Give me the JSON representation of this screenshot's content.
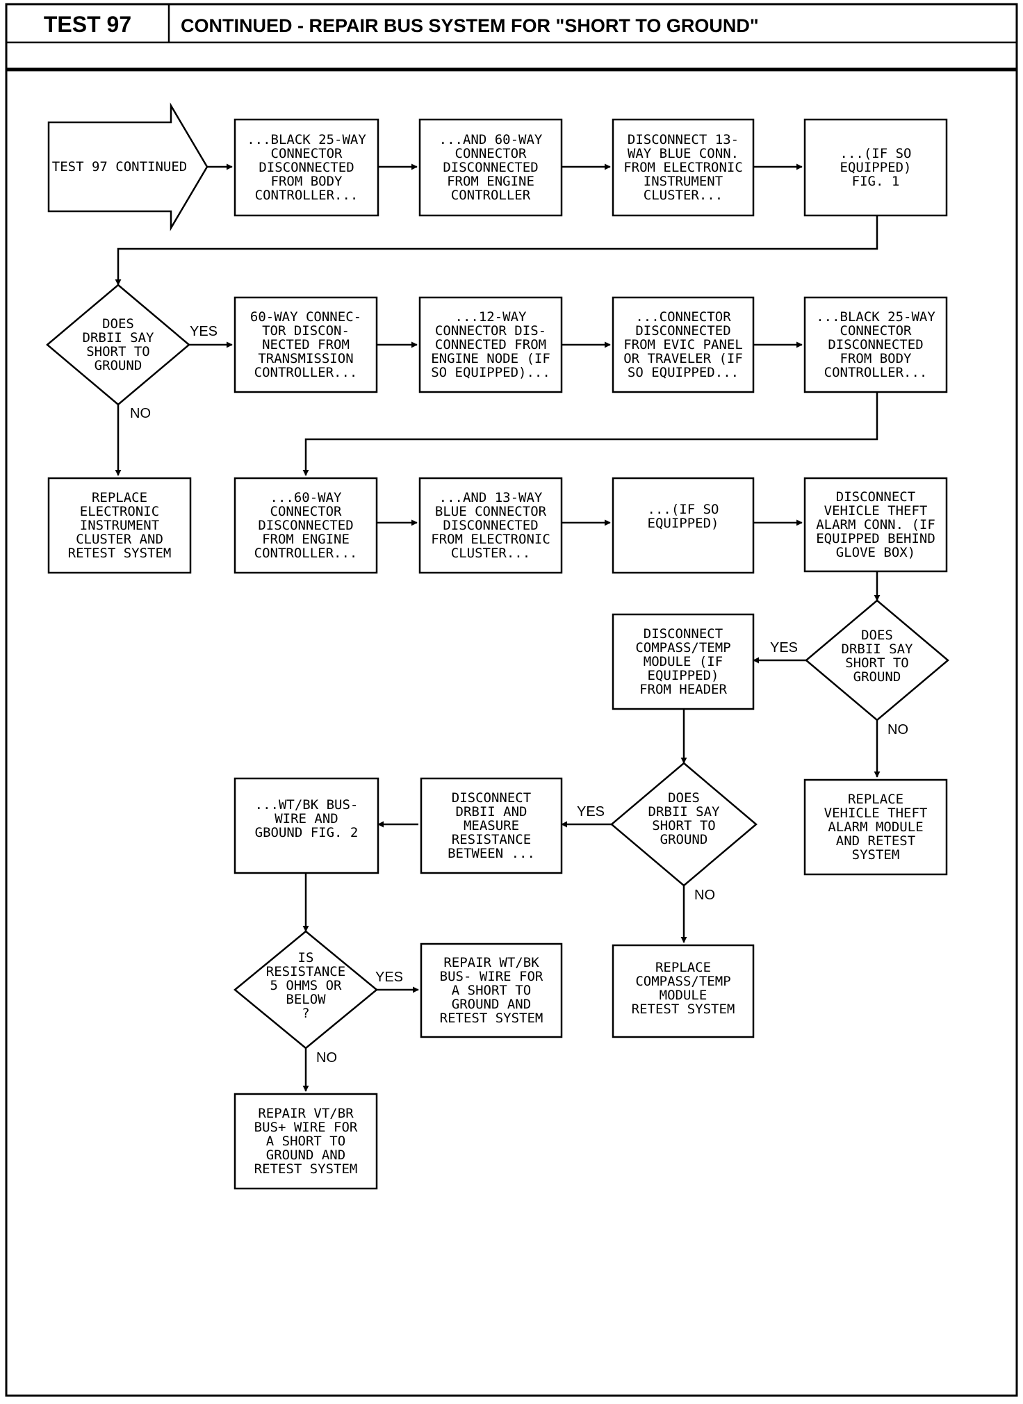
{
  "header": {
    "test_number": "TEST 97",
    "title": "CONTINUED - REPAIR BUS SYSTEM FOR \"SHORT TO GROUND\""
  },
  "nodes": [
    {
      "id": "start",
      "lines": [
        "TEST 97 CONTINUED"
      ]
    },
    {
      "id": "b1",
      "lines": [
        "...BLACK 25-WAY",
        "CONNECTOR",
        "DISCONNECTED",
        "FROM BODY",
        "CONTROLLER..."
      ]
    },
    {
      "id": "b2",
      "lines": [
        "...AND 60-WAY",
        "CONNECTOR",
        "DISCONNECTED",
        "FROM ENGINE",
        "CONTROLLER"
      ]
    },
    {
      "id": "b3",
      "lines": [
        "DISCONNECT 13-",
        "WAY BLUE CONN.",
        "FROM ELECTRONIC",
        "INSTRUMENT",
        "CLUSTER..."
      ]
    },
    {
      "id": "b4",
      "lines": [
        "...(IF SO",
        "EQUIPPED)",
        "FIG. 1"
      ]
    },
    {
      "id": "d1",
      "lines": [
        "DOES",
        "DRBII SAY",
        "SHORT TO",
        "GROUND"
      ]
    },
    {
      "id": "b5",
      "lines": [
        "60-WAY CONNEC-",
        "TOR DISCON-",
        "NECTED FROM",
        "TRANSMISSION",
        "CONTROLLER..."
      ]
    },
    {
      "id": "b6",
      "lines": [
        "...12-WAY",
        "CONNECTOR DIS-",
        "CONNECTED FROM",
        "ENGINE NODE (IF",
        "SO EQUIPPED)..."
      ]
    },
    {
      "id": "b7",
      "lines": [
        "...CONNECTOR",
        "DISCONNECTED",
        "FROM EVIC PANEL",
        "OR TRAVELER (IF",
        "SO EQUIPPED..."
      ]
    },
    {
      "id": "b8",
      "lines": [
        "...BLACK 25-WAY",
        "CONNECTOR",
        "DISCONNECTED",
        "FROM BODY",
        "CONTROLLER..."
      ]
    },
    {
      "id": "b9",
      "lines": [
        "REPLACE",
        "ELECTRONIC",
        "INSTRUMENT",
        "CLUSTER AND",
        "RETEST SYSTEM"
      ]
    },
    {
      "id": "b10",
      "lines": [
        "...60-WAY",
        "CONNECTOR",
        "DISCONNECTED",
        "FROM ENGINE",
        "CONTROLLER..."
      ]
    },
    {
      "id": "b11",
      "lines": [
        "...AND 13-WAY",
        "BLUE CONNECTOR",
        "DISCONNECTED",
        "FROM ELECTRONIC",
        "CLUSTER..."
      ]
    },
    {
      "id": "b12",
      "lines": [
        "...(IF SO",
        "EQUIPPED)"
      ]
    },
    {
      "id": "b13",
      "lines": [
        "DISCONNECT",
        "VEHICLE THEFT",
        "ALARM CONN. (IF",
        "EQUIPPED BEHIND",
        "GLOVE BOX)"
      ]
    },
    {
      "id": "b14",
      "lines": [
        "DISCONNECT",
        "COMPASS/TEMP",
        "MODULE (IF",
        "EQUIPPED)",
        "FROM HEADER"
      ]
    },
    {
      "id": "d2",
      "lines": [
        "DOES",
        "DRBII SAY",
        "SHORT TO",
        "GROUND"
      ]
    },
    {
      "id": "b15",
      "lines": [
        "REPLACE",
        "VEHICLE THEFT",
        "ALARM MODULE",
        "AND RETEST",
        "SYSTEM"
      ]
    },
    {
      "id": "b16",
      "lines": [
        "...WT/BK BUS-",
        "WIRE AND",
        "GBOUND FIG. 2"
      ]
    },
    {
      "id": "b17",
      "lines": [
        "DISCONNECT",
        "DRBII AND",
        "MEASURE",
        "RESISTANCE",
        "BETWEEN ..."
      ]
    },
    {
      "id": "d3",
      "lines": [
        "DOES",
        "DRBII SAY",
        "SHORT TO",
        "GROUND"
      ]
    },
    {
      "id": "b18",
      "lines": [
        "REPLACE",
        "COMPASS/TEMP",
        "MODULE",
        "RETEST SYSTEM"
      ]
    },
    {
      "id": "d4",
      "lines": [
        "IS",
        "RESISTANCE",
        "5 OHMS OR",
        "BELOW",
        "?"
      ]
    },
    {
      "id": "b19",
      "lines": [
        "REPAIR WT/BK",
        "BUS- WIRE FOR",
        "A SHORT TO",
        "GROUND AND",
        "RETEST SYSTEM"
      ]
    },
    {
      "id": "b20",
      "lines": [
        "REPAIR VT/BR",
        "BUS+ WIRE FOR",
        "A SHORT TO",
        "GROUND AND",
        "RETEST SYSTEM"
      ]
    }
  ],
  "labels": [
    {
      "id": "y1",
      "text": "YES"
    },
    {
      "id": "n1",
      "text": "NO"
    },
    {
      "id": "y2",
      "text": "YES"
    },
    {
      "id": "n2",
      "text": "NO"
    },
    {
      "id": "y3",
      "text": "YES"
    },
    {
      "id": "n3",
      "text": "NO"
    },
    {
      "id": "y4",
      "text": "YES"
    },
    {
      "id": "n4",
      "text": "NO"
    }
  ]
}
